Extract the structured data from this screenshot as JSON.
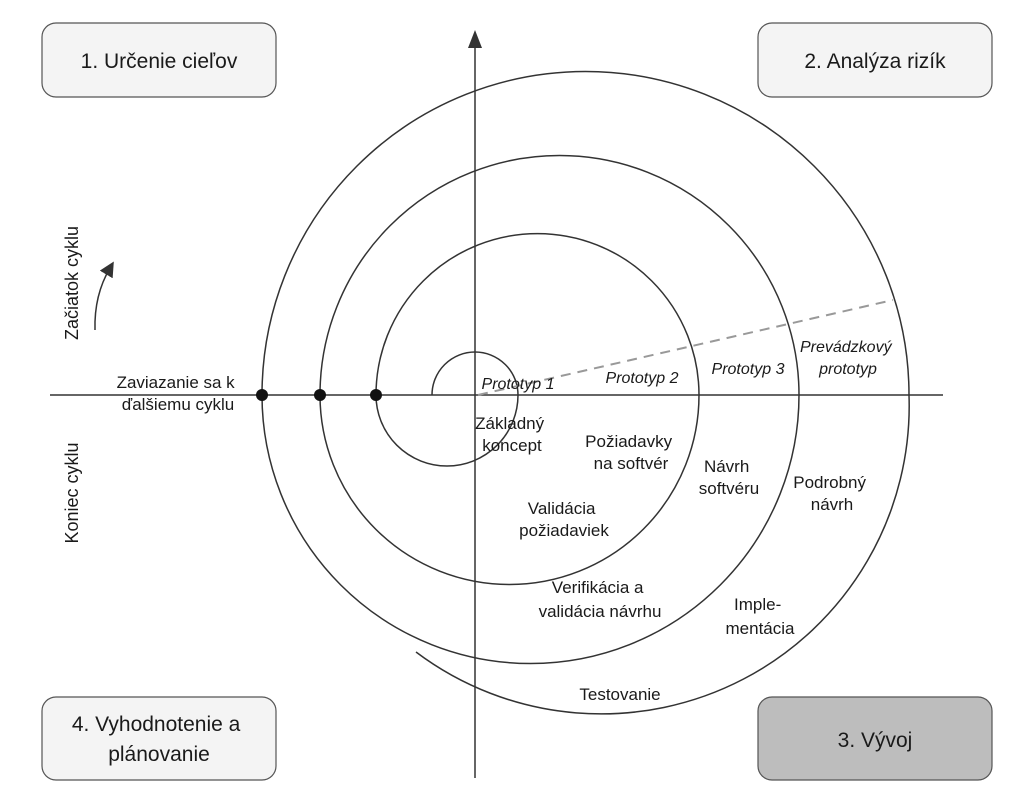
{
  "quadrants": [
    {
      "id": "q1",
      "lines": [
        "1. Určenie cieľov"
      ],
      "fill": "#f4f4f4"
    },
    {
      "id": "q2",
      "lines": [
        "2. Analýza rizík"
      ],
      "fill": "#f4f4f4"
    },
    {
      "id": "q3",
      "lines": [
        "3. Vývoj"
      ],
      "fill": "#bdbdbd"
    },
    {
      "id": "q4",
      "lines": [
        "4. Vyhodnotenie a",
        "plánovanie"
      ],
      "fill": "#f4f4f4"
    }
  ],
  "cycle_start": "Začiatok cyklu",
  "cycle_end": "Koniec cyklu",
  "commitment": [
    "Zaviazanie sa k",
    "ďalšiemu cyklu"
  ],
  "prototypes": [
    {
      "lines": [
        "Prototyp 1"
      ]
    },
    {
      "lines": [
        "Prototyp 2"
      ]
    },
    {
      "lines": [
        "Prototyp 3"
      ]
    },
    {
      "lines": [
        "Prevádzkový",
        "prototyp"
      ]
    }
  ],
  "activities": [
    {
      "lines": [
        "Základný",
        "koncept"
      ]
    },
    {
      "lines": [
        "Požiadavky",
        "na softvér"
      ]
    },
    {
      "lines": [
        "Validácia",
        "požiadaviek"
      ]
    },
    {
      "lines": [
        "Návrh",
        "softvéru"
      ]
    },
    {
      "lines": [
        "Verifikácia a",
        "validácia návrhu"
      ]
    },
    {
      "lines": [
        "Podrobný",
        "návrh"
      ]
    },
    {
      "lines": [
        "Imple-",
        "mentácia"
      ]
    },
    {
      "lines": [
        "Testovanie"
      ]
    }
  ]
}
